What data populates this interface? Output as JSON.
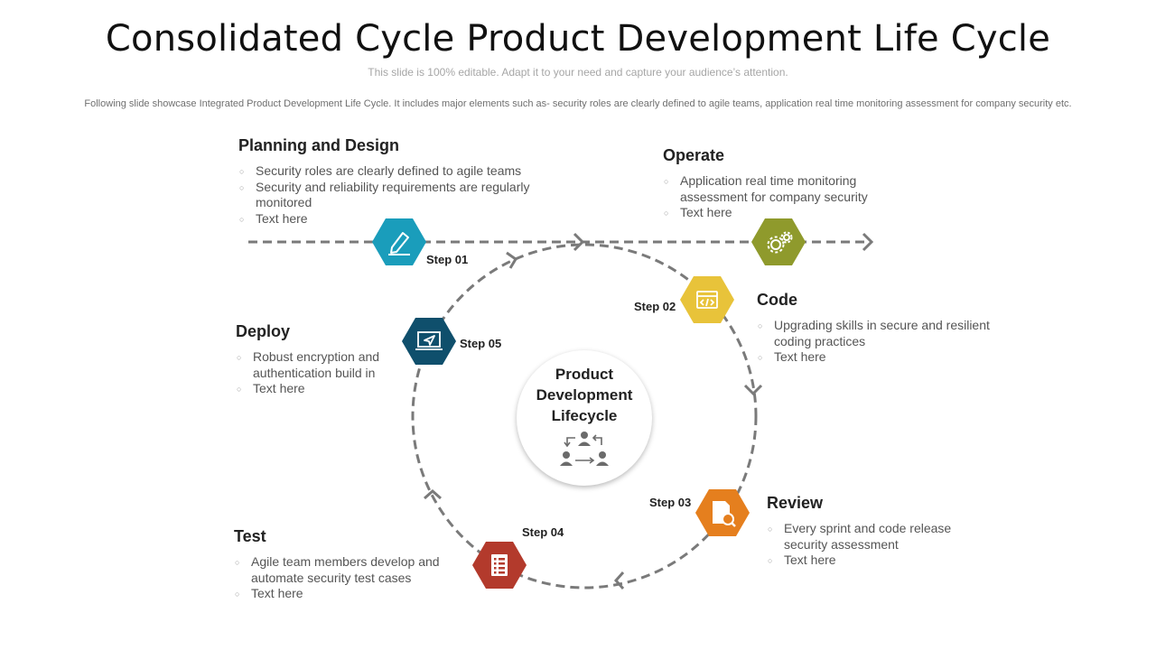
{
  "header": {
    "title": "Consolidated Cycle Product Development Life Cycle",
    "subtitle": "This slide is 100% editable. Adapt it to your need and capture your audience’s attention.",
    "intro": "Following slide showcase Integrated Product Development Life Cycle. It includes major elements such as- security roles are clearly defined to agile teams, application real time monitoring assessment for company security  etc."
  },
  "center": {
    "label": "Product Development Lifecycle",
    "icon": "team-exchange-icon"
  },
  "colors": {
    "step01": "#1a9dbb",
    "step02": "#e8c33a",
    "step03": "#e57f1e",
    "step04": "#b33a2c",
    "step05": "#0f4f6c",
    "operate": "#8f9a2c",
    "connector": "#7a7a7a"
  },
  "stages": {
    "planning": {
      "title": "Planning and Design",
      "step": "Step 01",
      "icon": "pen-icon",
      "bullets": [
        "Security roles are clearly defined to agile teams",
        "Security and reliability  requirements are regularly monitored",
        "Text here"
      ]
    },
    "code": {
      "title": "Code",
      "step": "Step 02",
      "icon": "code-window-icon",
      "bullets": [
        "Upgrading skills in secure and resilient coding practices",
        "Text here"
      ]
    },
    "review": {
      "title": "Review",
      "step": "Step 03",
      "icon": "document-search-icon",
      "bullets": [
        "Every sprint and code release security assessment",
        "Text here"
      ]
    },
    "test": {
      "title": "Test",
      "step": "Step 04",
      "icon": "checklist-icon",
      "bullets": [
        "Agile team members develop and automate security test cases",
        "Text here"
      ]
    },
    "deploy": {
      "title": "Deploy",
      "step": "Step 05",
      "icon": "laptop-send-icon",
      "bullets": [
        "Robust encryption and authentication build in",
        "Text here"
      ]
    },
    "operate": {
      "title": "Operate",
      "icon": "gears-icon",
      "bullets": [
        "Application real time monitoring assessment  for company security",
        "Text here"
      ]
    }
  }
}
